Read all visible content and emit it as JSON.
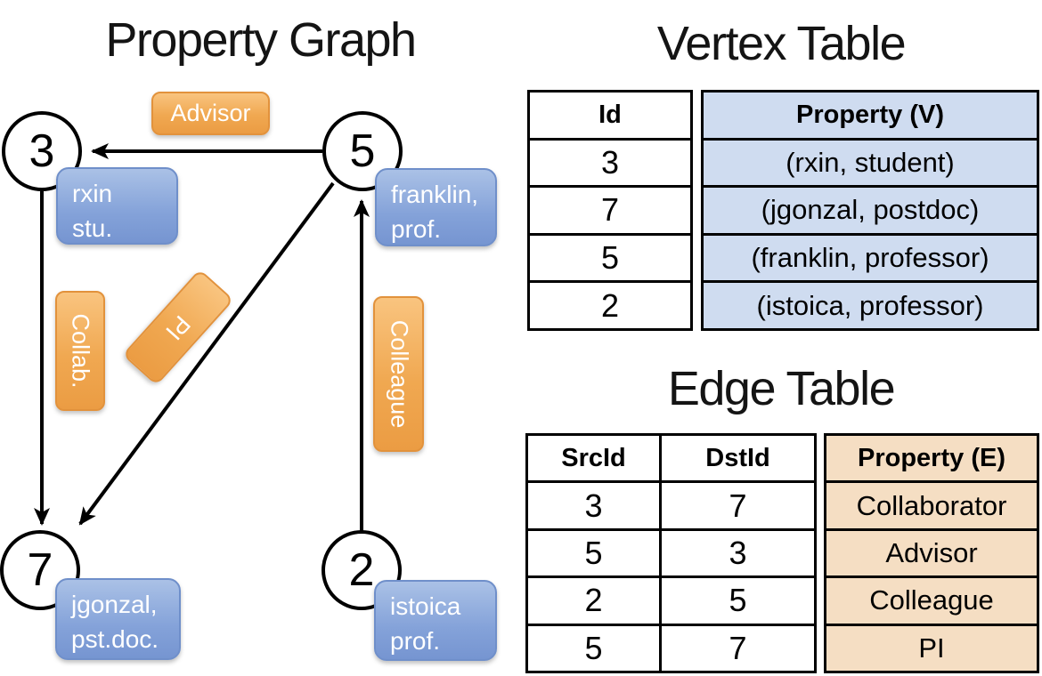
{
  "titles": {
    "graph": "Property Graph",
    "vertex_table": "Vertex Table",
    "edge_table": "Edge Table"
  },
  "graph": {
    "nodes": [
      {
        "id": "3",
        "prop_line1": "rxin",
        "prop_line2": "stu."
      },
      {
        "id": "5",
        "prop_line1": "franklin,",
        "prop_line2": "prof."
      },
      {
        "id": "7",
        "prop_line1": "jgonzal,",
        "prop_line2": "pst.doc."
      },
      {
        "id": "2",
        "prop_line1": "istoica",
        "prop_line2": "prof."
      }
    ],
    "edge_labels": [
      {
        "text": "Advisor"
      },
      {
        "text": "Collab."
      },
      {
        "text": "PI"
      },
      {
        "text": "Colleague"
      }
    ],
    "edges": [
      {
        "from": "5",
        "to": "3",
        "label": "Advisor"
      },
      {
        "from": "3",
        "to": "7",
        "label": "Collab."
      },
      {
        "from": "5",
        "to": "7",
        "label": "PI"
      },
      {
        "from": "2",
        "to": "5",
        "label": "Colleague"
      }
    ]
  },
  "vertex_table": {
    "columns": [
      "Id",
      "Property (V)"
    ],
    "rows": [
      [
        "3",
        "(rxin, student)"
      ],
      [
        "7",
        "(jgonzal, postdoc)"
      ],
      [
        "5",
        "(franklin, professor)"
      ],
      [
        "2",
        "(istoica, professor)"
      ]
    ]
  },
  "edge_table": {
    "columns": [
      "SrcId",
      "DstId",
      "Property (E)"
    ],
    "rows": [
      [
        "3",
        "7",
        "Collaborator"
      ],
      [
        "5",
        "3",
        "Advisor"
      ],
      [
        "2",
        "5",
        "Colleague"
      ],
      [
        "5",
        "7",
        "PI"
      ]
    ]
  },
  "colors": {
    "edge_label_fill": "#f0a851",
    "edge_label_border": "#e2923c",
    "vertex_box_fill": "#84a2d9",
    "vertex_box_border": "#6f8fca",
    "vertex_property_column_fill": "#cfdcf0",
    "edge_property_column_fill": "#f5dec3",
    "line_color": "#000000"
  }
}
